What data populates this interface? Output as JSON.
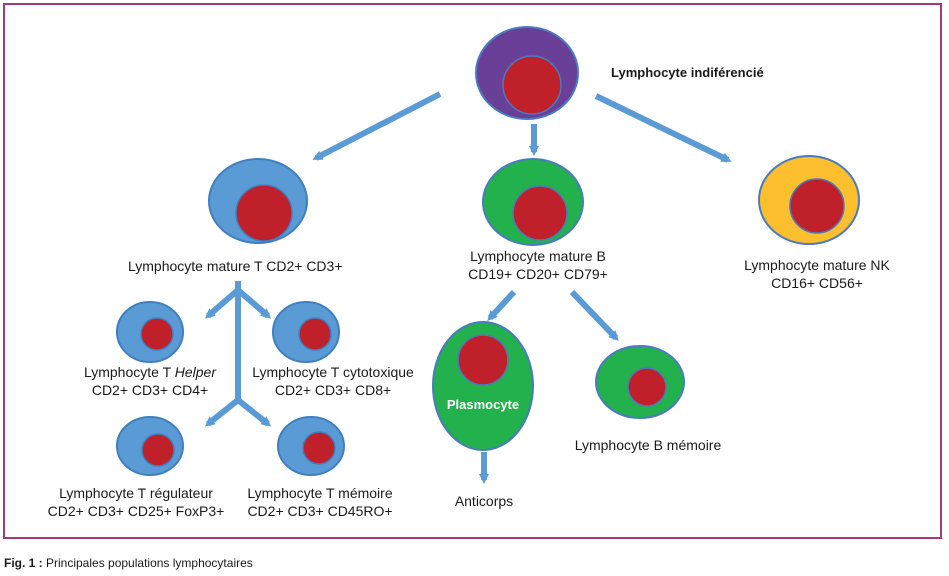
{
  "nodes": {
    "undiff": {
      "title": "Lymphocyte indiférencié"
    },
    "t_mature": {
      "line1": "Lymphocyte mature T CD2+ CD3+"
    },
    "b_mature": {
      "line1": "Lymphocyte mature B",
      "line2": "CD19+ CD20+ CD79+"
    },
    "nk_mature": {
      "line1": "Lymphocyte mature NK",
      "line2": "CD16+ CD56+"
    },
    "t_helper": {
      "prefix": "Lymphocyte T ",
      "italic": "Helper",
      "line2": "CD2+ CD3+ CD4+"
    },
    "t_cyto": {
      "line1": "Lymphocyte T cytotoxique",
      "line2": "CD2+ CD3+ CD8+"
    },
    "t_reg": {
      "line1": "Lymphocyte T régulateur",
      "line2": "CD2+ CD3+ CD25+ FoxP3+"
    },
    "t_mem": {
      "line1": "Lymphocyte T mémoire",
      "line2": "CD2+ CD3+ CD45RO+"
    },
    "plasmo": {
      "title": "Plasmocyte"
    },
    "anticorps": {
      "label": "Anticorps"
    },
    "b_mem": {
      "label": "Lymphocyte B mémoire"
    }
  },
  "caption": {
    "fig": "Fig. 1 :",
    "text": " Principales populations lymphocytaires"
  },
  "colors": {
    "frame": "#a3387a",
    "arrow": "#5b9bd5",
    "t_cell": "#5b9bd5",
    "b_cell": "#22b14c",
    "nk_cell": "#fdbf2d",
    "undiff_cell": "#6a3f98",
    "nucleus": "#c0202a"
  }
}
